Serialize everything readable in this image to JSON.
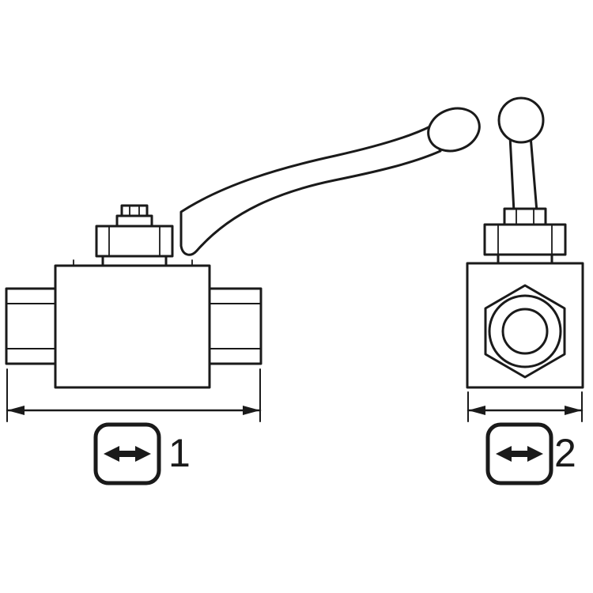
{
  "page": {
    "background_color": "#ffffff",
    "line_color": "#1a1a1a"
  },
  "drawing": {
    "kind": "technical line drawing",
    "views": {
      "side": {
        "name": "side-view",
        "dimension_label": "1"
      },
      "end": {
        "name": "end-view",
        "dimension_label": "2"
      }
    }
  },
  "icons": {
    "dimension_arrow": "horizontal-double-arrow-icon"
  }
}
